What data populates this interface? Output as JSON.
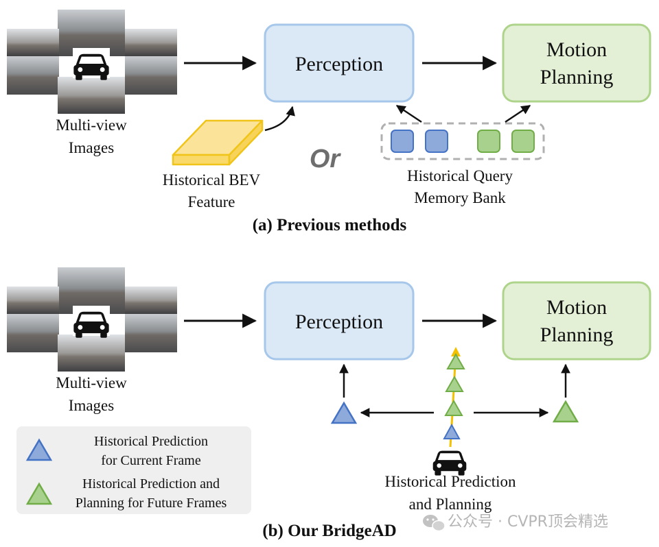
{
  "panel_a": {
    "images_label": [
      "Multi-view",
      "Images"
    ],
    "perception": "Perception",
    "motion_planning": [
      "Motion",
      "Planning"
    ],
    "bev_label": [
      "Historical BEV",
      "Feature"
    ],
    "or_text": "Or",
    "memory_label": [
      "Historical Query",
      "Memory Bank"
    ],
    "caption": "(a) Previous methods"
  },
  "panel_b": {
    "images_label": [
      "Multi-view",
      "Images"
    ],
    "perception": "Perception",
    "motion_planning": [
      "Motion",
      "Planning"
    ],
    "trajectory_label": [
      "Historical Prediction",
      "and Planning"
    ],
    "legend": {
      "current": [
        "Historical Prediction",
        "for Current Frame"
      ],
      "future": [
        "Historical Prediction and",
        "Planning for Future Frames"
      ]
    },
    "caption": "(b) Our BridgeAD"
  },
  "watermark": "公众号 · CVPR顶会精选",
  "colors": {
    "blue_fill": "#dbe8f6",
    "blue_stroke": "#a6c7ea",
    "green_fill": "#e3f0d6",
    "green_stroke": "#aed48c",
    "bev_fill": "#fbe39a",
    "bev_stroke": "#f0c419",
    "query_blue": "#4472c4",
    "query_green": "#70ad47",
    "trajectory": "#f5c000"
  },
  "icons": [
    "car-icon",
    "camera-photo-mosaic",
    "wechat-icon"
  ]
}
